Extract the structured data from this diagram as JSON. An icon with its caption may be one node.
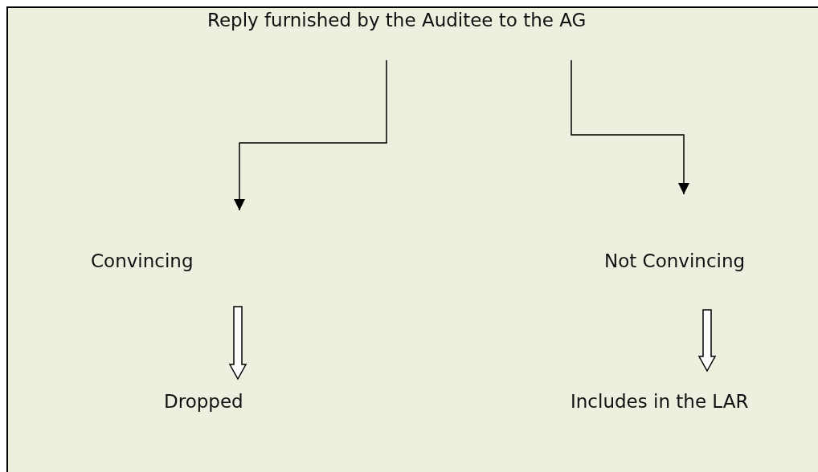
{
  "diagram": {
    "nodes": [
      {
        "text": [
          "Reply furnished by the Auditee to the AG"
        ]
      },
      {
        "text": [
          "Convincing"
        ]
      },
      {
        "text": [
          "Not Convincing"
        ]
      },
      {
        "text": [
          "Dropped"
        ]
      },
      {
        "text": [
          "Includes in the LAR"
        ]
      }
    ],
    "edges": [
      {
        "from": 0,
        "to": 1,
        "arrow": "to"
      },
      {
        "from": 0,
        "to": 2,
        "arrow": "to"
      },
      {
        "from": 1,
        "to": 3,
        "arrow": "to",
        "style": "thick"
      },
      {
        "from": 2,
        "to": 4,
        "arrow": "to",
        "style": "thick"
      }
    ]
  }
}
